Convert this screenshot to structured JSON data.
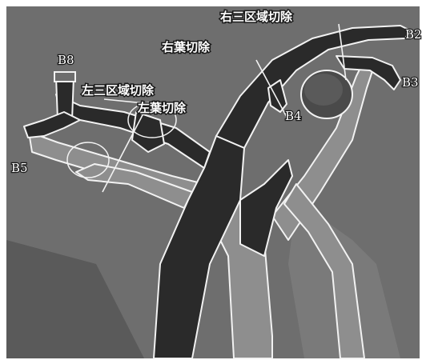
{
  "labels": {
    "right_trisection": "右三区域切除",
    "right_lobectomy": "右葉切除",
    "left_trisection": "左三区域切除",
    "left_lobectomy": "左葉切除",
    "b8": "B8",
    "b5": "B5",
    "b4": "B4",
    "b2": "B2",
    "b3": "B3"
  },
  "colors": {
    "background": "#6e6e6e",
    "vessel_dark": "#2a2a2a",
    "vessel_light": "#8e8e8e",
    "outline": "#f2f2f2"
  }
}
